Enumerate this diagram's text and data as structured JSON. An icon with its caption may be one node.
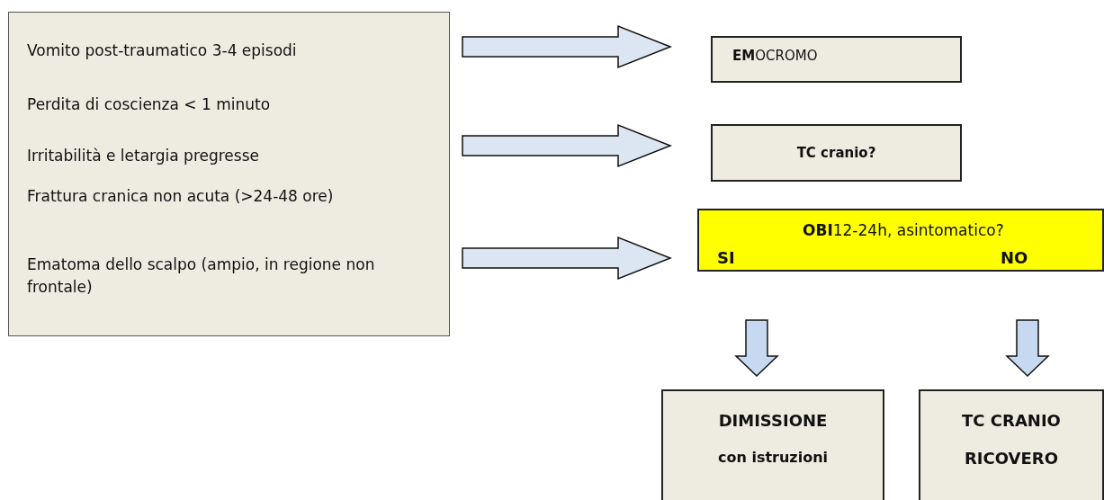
{
  "diagram": {
    "nodes": [
      {
        "text": [
          "Vomito post-traumatico 3-4 episodi",
          "Perdita di coscienza < 1 minuto",
          "Irritabilità e letargia pregresse",
          "Frattura cranica non acuta (>24-48 ore)",
          "Ematoma dello scalpo (ampio, in regione non frontale)"
        ]
      },
      {
        "text": [
          "**EM**OCROMO"
        ]
      },
      {
        "text": [
          "TC cranio?"
        ]
      },
      {
        "text": [
          "**OBI**12-24h,  asintomatico?",
          "SI",
          "NO"
        ]
      },
      {
        "text": [
          "DIMISSIONE",
          "con istruzioni"
        ]
      },
      {
        "text": [
          "TC CRANIO",
          "RICOVERO"
        ]
      }
    ],
    "edges": [
      {
        "from": 0,
        "to": 1,
        "arrow": "to"
      },
      {
        "from": 0,
        "to": 2,
        "arrow": "to"
      },
      {
        "from": 0,
        "to": 3,
        "arrow": "to"
      },
      {
        "from": 3,
        "to": 4,
        "arrow": "to"
      },
      {
        "from": 3,
        "to": 5,
        "arrow": "to"
      }
    ]
  }
}
